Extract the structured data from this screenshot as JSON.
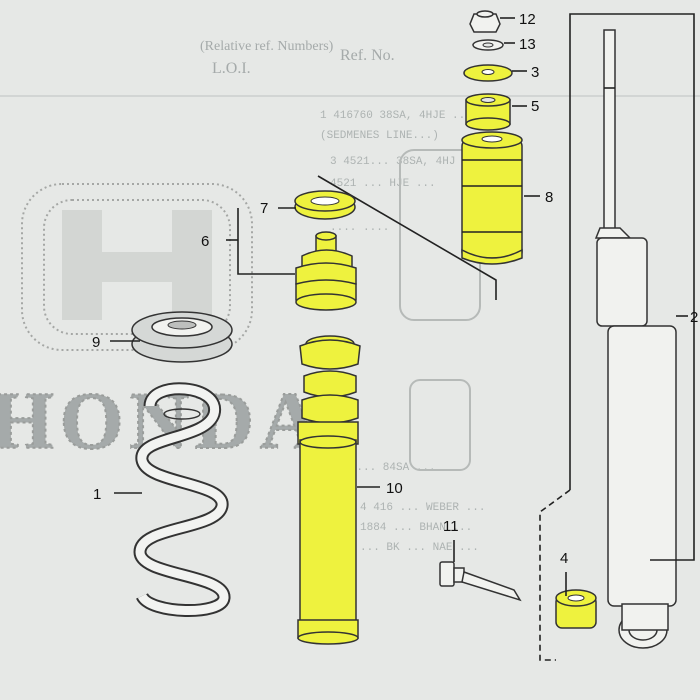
{
  "background_text": {
    "brand_word": "HONDA",
    "header": [
      "Ref. No.",
      "L.O.I.",
      "(Relative ref. Numbers)"
    ]
  },
  "part_labels": {
    "p1": "1",
    "p2": "2",
    "p3": "3",
    "p4": "4",
    "p5": "5",
    "p6": "6",
    "p7": "7",
    "p8": "8",
    "p9": "9",
    "p10": "10",
    "p11": "11",
    "p12": "12",
    "p13": "13"
  },
  "colors": {
    "highlight": "#eef23e",
    "paper": "#e6e8e6",
    "ink": "#222222"
  }
}
